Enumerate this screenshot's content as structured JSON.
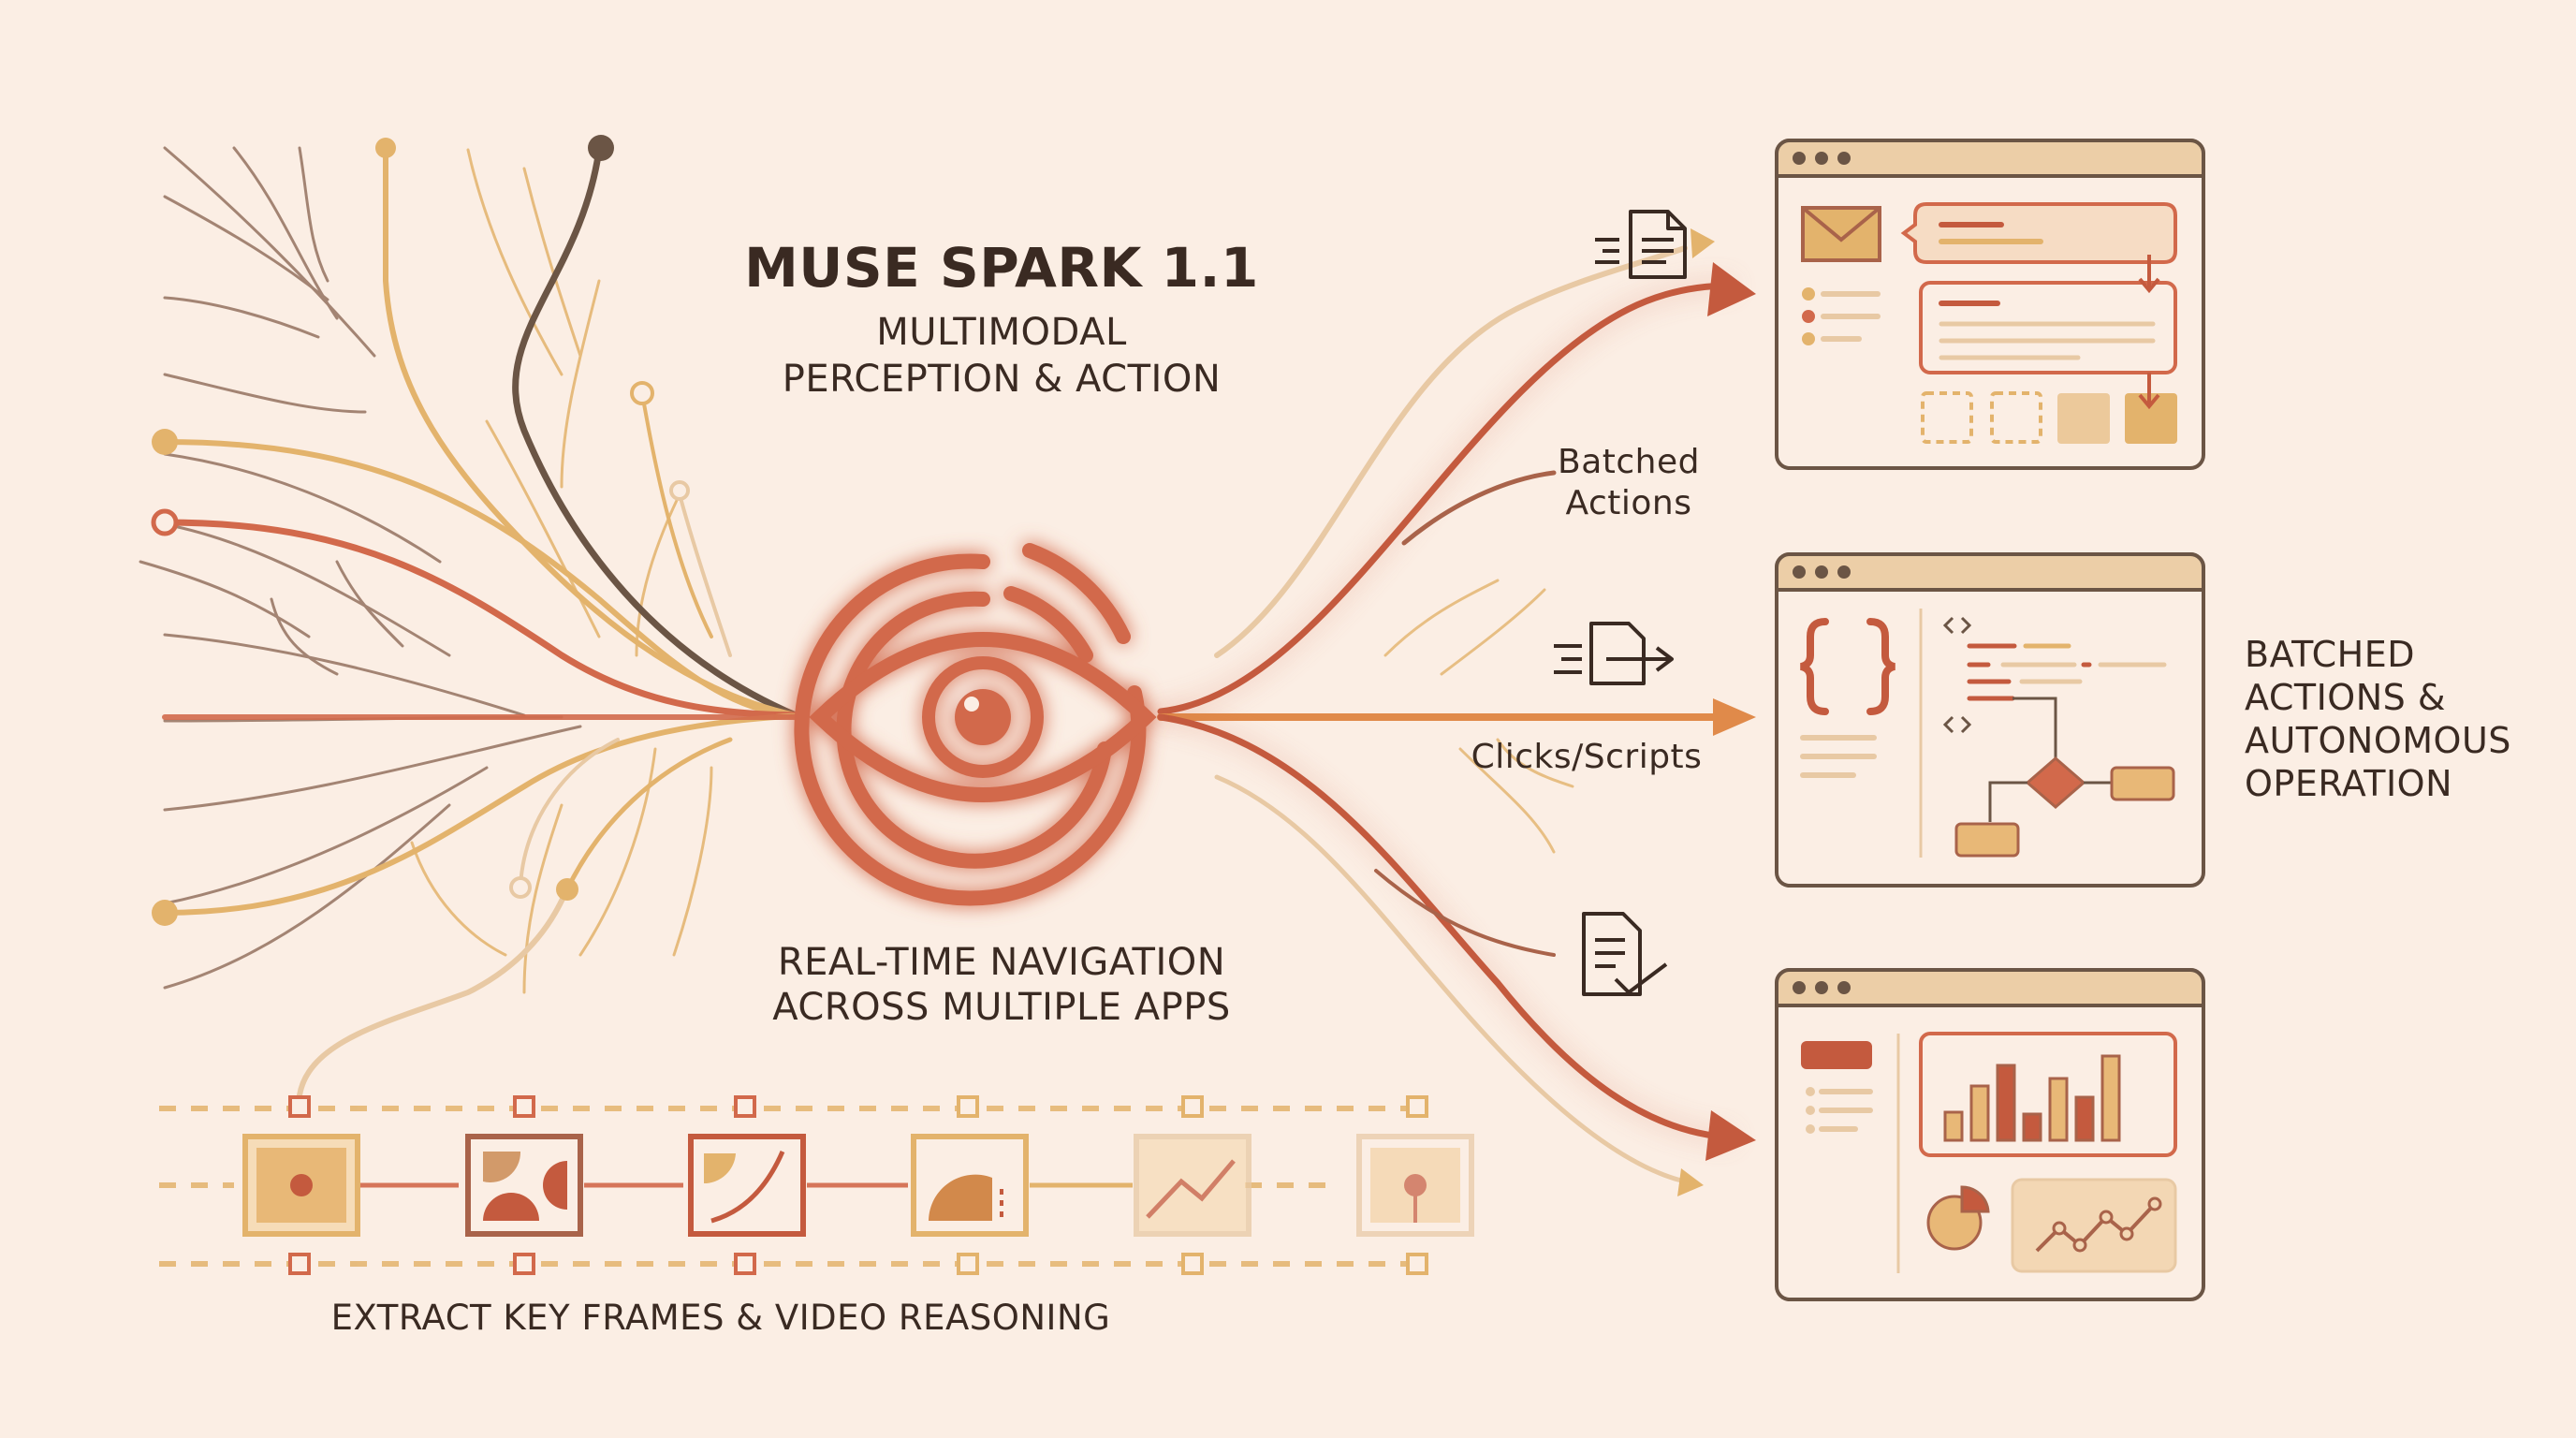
{
  "header": {
    "title": "MUSE SPARK 1.1",
    "subtitle_line1": "MULTIMODAL",
    "subtitle_line2": "PERCEPTION & ACTION"
  },
  "center": {
    "nav_line1": "REAL-TIME NAVIGATION",
    "nav_line2": "ACROSS MULTIPLE APPS",
    "icon": "eye-icon"
  },
  "branches": {
    "batched_line1": "Batched",
    "batched_line2": "Actions",
    "clicks": "Clicks/Scripts"
  },
  "right_caption": {
    "line1": "BATCHED",
    "line2": "ACTIONS &",
    "line3": "AUTONOMOUS",
    "line4": "OPERATION"
  },
  "film": {
    "caption": "EXTRACT KEY FRAMES & VIDEO REASONING"
  },
  "icons": [
    "document-icon",
    "code-braces-icon",
    "document-check-icon",
    "mail-icon",
    "flowchart-icon",
    "bar-chart-icon",
    "pie-chart-icon",
    "line-chart-icon"
  ],
  "colors": {
    "background": "#fbeee4",
    "accent": "#d2694b",
    "accent_dark": "#b8533a",
    "gold": "#e3b36c",
    "tan": "#e8c9a4",
    "brown": "#6b5545",
    "window_border": "#6b5545",
    "window_bar": "#eccea7"
  }
}
